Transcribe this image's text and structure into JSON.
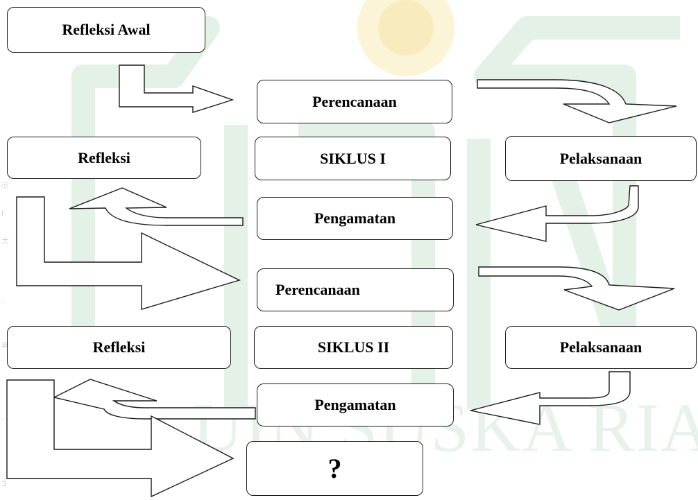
{
  "diagram": {
    "boxes": {
      "refleksi_awal": "Refleksi Awal",
      "c1_perencanaan": "Perencanaan",
      "c1_refleksi": "Refleksi",
      "c1_siklus": "SIKLUS I",
      "c1_pelaksanaan": "Pelaksanaan",
      "c1_pengamatan": "Pengamatan",
      "c2_perencanaan": "Perencanaan",
      "c2_refleksi": "Refleksi",
      "c2_siklus": "SIKLUS II",
      "c2_pelaksanaan": "Pelaksanaan",
      "c2_pengamatan": "Pengamatan",
      "next": "?"
    },
    "watermark_text": "UIN SUSKA RIAU",
    "colors": {
      "box_border": "#1a1a1a",
      "text": "#000000",
      "watermark_green": "#e3f1e6",
      "watermark_gold": "#fbf4d6",
      "watermark_text": "#e7f2ea"
    },
    "arrows": [
      {
        "from": "refleksi_awal",
        "to": "c1_perencanaan"
      },
      {
        "from": "c1_perencanaan",
        "to": "c1_pelaksanaan"
      },
      {
        "from": "c1_pelaksanaan",
        "to": "c1_pengamatan"
      },
      {
        "from": "c1_pengamatan",
        "to": "c1_refleksi"
      },
      {
        "from": "c1_refleksi",
        "to": "c2_perencanaan"
      },
      {
        "from": "c2_perencanaan",
        "to": "c2_pelaksanaan"
      },
      {
        "from": "c2_pelaksanaan",
        "to": "c2_pengamatan"
      },
      {
        "from": "c2_pengamatan",
        "to": "c2_refleksi"
      },
      {
        "from": "c2_refleksi",
        "to": "next"
      }
    ]
  }
}
